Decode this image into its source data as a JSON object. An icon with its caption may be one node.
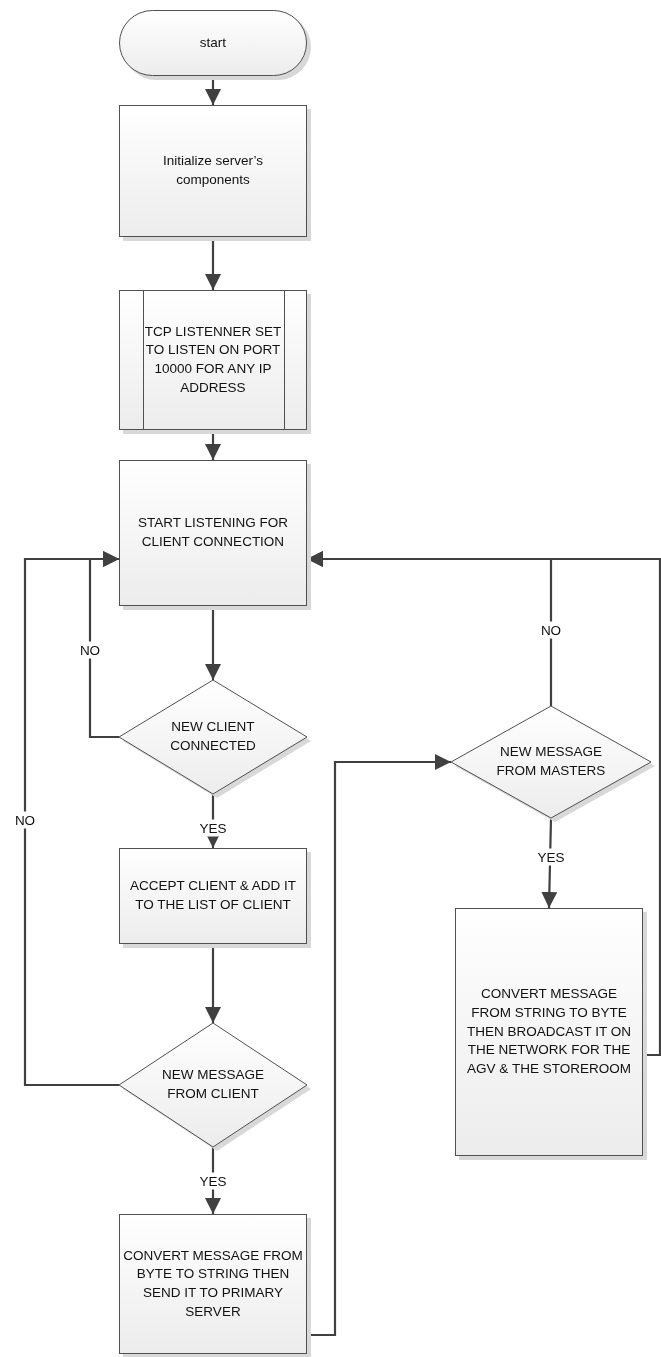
{
  "diagram": {
    "nodes": [
      {
        "text": [
          "start"
        ]
      },
      {
        "text": [
          "Initialize server’s components"
        ]
      },
      {
        "text": [
          "TCP LISTENNER SET TO LISTEN ON PORT 10000 FOR ANY IP ADDRESS"
        ]
      },
      {
        "text": [
          "START LISTENING FOR CLIENT CONNECTION"
        ]
      },
      {
        "text": [
          "NEW CLIENT CONNECTED"
        ]
      },
      {
        "text": [
          "ACCEPT CLIENT & ADD IT TO THE LIST OF CLIENT"
        ]
      },
      {
        "text": [
          "NEW MESSAGE FROM CLIENT"
        ]
      },
      {
        "text": [
          "CONVERT MESSAGE FROM BYTE TO STRING THEN SEND IT TO PRIMARY SERVER"
        ]
      },
      {
        "text": [
          "NEW MESSAGE FROM MASTERS"
        ]
      },
      {
        "text": [
          "CONVERT MESSAGE FROM STRING TO BYTE THEN BROADCAST IT ON THE NETWORK FOR THE AGV & THE STOREROOM"
        ]
      }
    ],
    "edges": [
      {
        "from": 0,
        "to": 1,
        "arrow": "to"
      },
      {
        "from": 1,
        "to": 2,
        "arrow": "to"
      },
      {
        "from": 2,
        "to": 3,
        "arrow": "to"
      },
      {
        "from": 3,
        "to": 4,
        "arrow": "to"
      },
      {
        "from": 4,
        "to": 3,
        "arrow": "to",
        "label": "NO"
      },
      {
        "from": 4,
        "to": 5,
        "arrow": "to",
        "label": "YES"
      },
      {
        "from": 5,
        "to": 6,
        "arrow": "to"
      },
      {
        "from": 6,
        "to": 3,
        "arrow": "to",
        "label": "NO"
      },
      {
        "from": 6,
        "to": 7,
        "arrow": "to",
        "label": "YES"
      },
      {
        "from": 7,
        "to": 8,
        "arrow": "to"
      },
      {
        "from": 8,
        "to": 3,
        "arrow": "to",
        "label": "NO"
      },
      {
        "from": 8,
        "to": 9,
        "arrow": "to",
        "label": "YES"
      },
      {
        "from": 9,
        "to": 3,
        "arrow": "to"
      }
    ]
  }
}
